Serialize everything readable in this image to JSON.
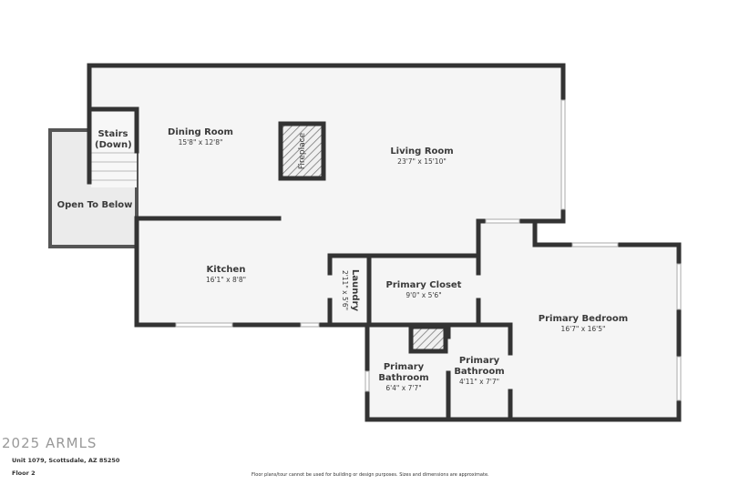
{
  "rooms": [
    {
      "name": "Dining Room",
      "dims": "15'8\" x 12'8\""
    },
    {
      "name": "Living Room",
      "dims": "23'7\" x 15'10\""
    },
    {
      "name": "Stairs (Down)"
    },
    {
      "name": "Open To Below"
    },
    {
      "name": "Fireplace"
    },
    {
      "name": "Kitchen",
      "dims": "16'1\" x 8'8\""
    },
    {
      "name": "Laundry",
      "dims": "2'11\" x 5'6\""
    },
    {
      "name": "Primary Closet",
      "dims": "9'0\" x 5'6\""
    },
    {
      "name": "Primary Bedroom",
      "dims": "16'7\" x 16'5\""
    },
    {
      "name": "Primary Bathroom",
      "dims": "6'4\" x 7'7\""
    },
    {
      "name": "Primary Bathroom",
      "dims": "4'11\" x 7'7\""
    }
  ],
  "footer": {
    "address": "Unit 1079, Scottsdale, AZ 85250",
    "floor": "Floor 2",
    "disclaimer": "Floor plans/tour cannot be used for building or design purposes. Sizes and dimensions are approximate.",
    "watermark": "2025 ARMLS"
  },
  "colors": {
    "wall": "#333333",
    "floor": "#f5f5f5",
    "open_below": "#ebebeb"
  }
}
